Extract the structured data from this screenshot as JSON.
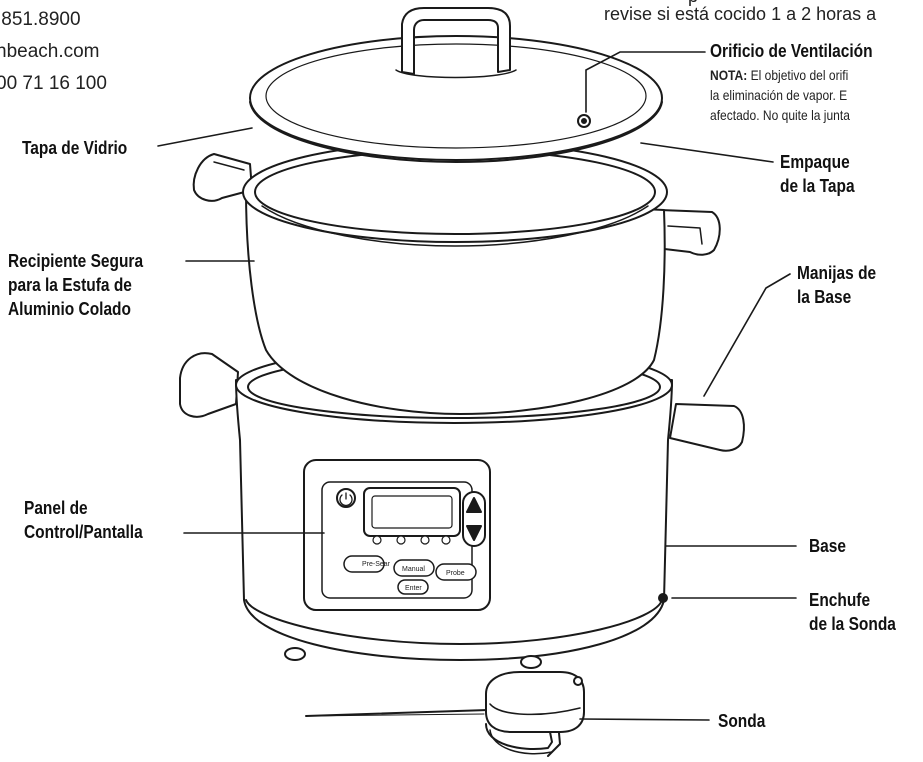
{
  "contact": {
    "phone": ".851.8900",
    "web": "nbeach.com",
    "phone2": "00 71 16 100"
  },
  "top_text": {
    "line1_fragment": "p",
    "line2": "revise si está cocido 1 a 2 horas a"
  },
  "vent": {
    "title": "Orificio de Ventilación",
    "note_label": "NOTA:",
    "note_line1": "El objetivo del orifi",
    "note_line2": "la eliminación de vapor. E",
    "note_line3": "afectado. No quite la junta"
  },
  "labels": {
    "glass_lid": "Tapa de Vidrio",
    "lid_gasket_1": "Empaque",
    "lid_gasket_2": "de la Tapa",
    "pot_1": "Recipiente Segura",
    "pot_2": "para la Estufa de",
    "pot_3": "Aluminio Colado",
    "base_handles_1": "Manijas de",
    "base_handles_2": "la Base",
    "panel_1": "Panel de",
    "panel_2": "Control/Pantalla",
    "base": "Base",
    "probe_jack_1": "Enchufe",
    "probe_jack_2": "de la Sonda",
    "probe": "Sonda"
  }
}
